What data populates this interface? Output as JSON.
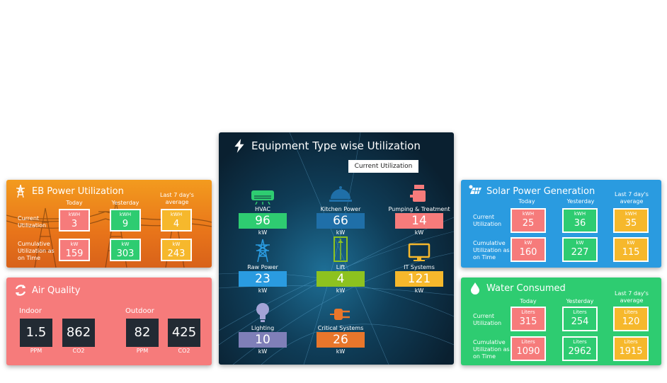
{
  "eb_power": {
    "title": "EB Power Utilization",
    "col_today": "Today",
    "col_yesterday": "Yesterday",
    "col_avg": "Last 7 day's average",
    "row_current": "Current Utilization",
    "row_cumulative": "Cumulative Utilization as on Time",
    "cells": [
      {
        "unit": "kWH",
        "value": "3"
      },
      {
        "unit": "kWH",
        "value": "9"
      },
      {
        "unit": "kWH",
        "value": "4"
      },
      {
        "unit": "kW",
        "value": "159"
      },
      {
        "unit": "kW",
        "value": "303"
      },
      {
        "unit": "kW",
        "value": "243"
      }
    ]
  },
  "air_quality": {
    "title": "Air Quality",
    "indoor_label": "Indoor",
    "outdoor_label": "Outdoor",
    "readings": [
      {
        "value": "1.5",
        "unit": "PPM"
      },
      {
        "value": "862",
        "unit": "CO2"
      },
      {
        "value": "82",
        "unit": "PPM"
      },
      {
        "value": "425",
        "unit": "CO2"
      }
    ]
  },
  "equipment": {
    "title": "Equipment Type wise Utilization",
    "badge": "Current Utilization",
    "items": [
      {
        "name": "HVAC",
        "value": "96",
        "unit": "kW",
        "icon": "hvac-icon",
        "color": "#2ecc71"
      },
      {
        "name": "Kitchen Power",
        "value": "66",
        "unit": "kW",
        "icon": "kitchen-icon",
        "color": "#1f6fa8"
      },
      {
        "name": "Pumping & Treatment",
        "value": "14",
        "unit": "kW",
        "icon": "pump-icon",
        "color": "#f67b7b"
      },
      {
        "name": "Raw Power",
        "value": "23",
        "unit": "kW",
        "icon": "tower-icon",
        "color": "#2a9be0"
      },
      {
        "name": "Lift",
        "value": "4",
        "unit": "kW",
        "icon": "lift-icon",
        "color": "#8dc21f"
      },
      {
        "name": "IT Systems",
        "value": "121",
        "unit": "kW",
        "icon": "monitor-icon",
        "color": "#f6b82c"
      },
      {
        "name": "Lighting",
        "value": "10",
        "unit": "kW",
        "icon": "bulb-icon",
        "color": "#7f7fb8"
      },
      {
        "name": "Critical Systems",
        "value": "26",
        "unit": "kW",
        "icon": "plug-icon",
        "color": "#e8762b"
      }
    ]
  },
  "solar": {
    "title": "Solar Power Generation",
    "col_today": "Today",
    "col_yesterday": "Yesterday",
    "col_avg": "Last 7 day's average",
    "row_current": "Current Utilization",
    "row_cumulative": "Cumulative Utilization as on Time",
    "cells": [
      {
        "unit": "kWH",
        "value": "25"
      },
      {
        "unit": "kWH",
        "value": "36"
      },
      {
        "unit": "kWH",
        "value": "35"
      },
      {
        "unit": "kW",
        "value": "160"
      },
      {
        "unit": "kW",
        "value": "227"
      },
      {
        "unit": "kW",
        "value": "115"
      }
    ]
  },
  "water": {
    "title": "Water Consumed",
    "col_today": "Today",
    "col_yesterday": "Yesterday",
    "col_avg": "Last 7 day's average",
    "row_current": "Current Utilization",
    "row_cumulative": "Cumulative Utilization as on Time",
    "cells": [
      {
        "unit": "Liters",
        "value": "315"
      },
      {
        "unit": "Liters",
        "value": "254"
      },
      {
        "unit": "Liters",
        "value": "120"
      },
      {
        "unit": "Liters",
        "value": "1090"
      },
      {
        "unit": "Liters",
        "value": "2962"
      },
      {
        "unit": "Liters",
        "value": "1915"
      }
    ]
  },
  "colors": {
    "eb_bg": "#f08a1c",
    "air_bg": "#f67b7b",
    "equip_bg": "#0d2a3a",
    "solar_bg": "#2a9be0",
    "water_bg": "#2ecc71",
    "cell_red": "#f67b7b",
    "cell_green": "#2ecc71",
    "cell_yellow": "#f6b82c",
    "aq_box": "#222a33"
  }
}
